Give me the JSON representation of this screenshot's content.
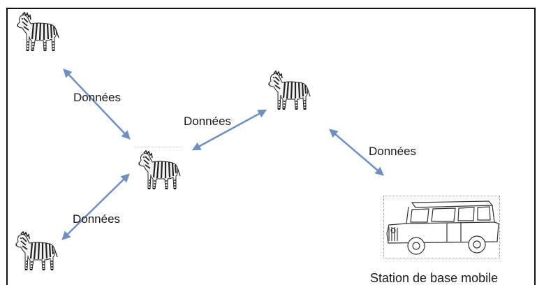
{
  "labels": {
    "link_1": "Données",
    "link_2": "Données",
    "link_3": "Données",
    "link_4": "Données",
    "base_station": "Station de base mobile"
  },
  "colors": {
    "arrow": "#6e8fc0",
    "border": "#111111"
  },
  "icons": {
    "node": "zebra-icon",
    "base": "jeep-icon"
  }
}
